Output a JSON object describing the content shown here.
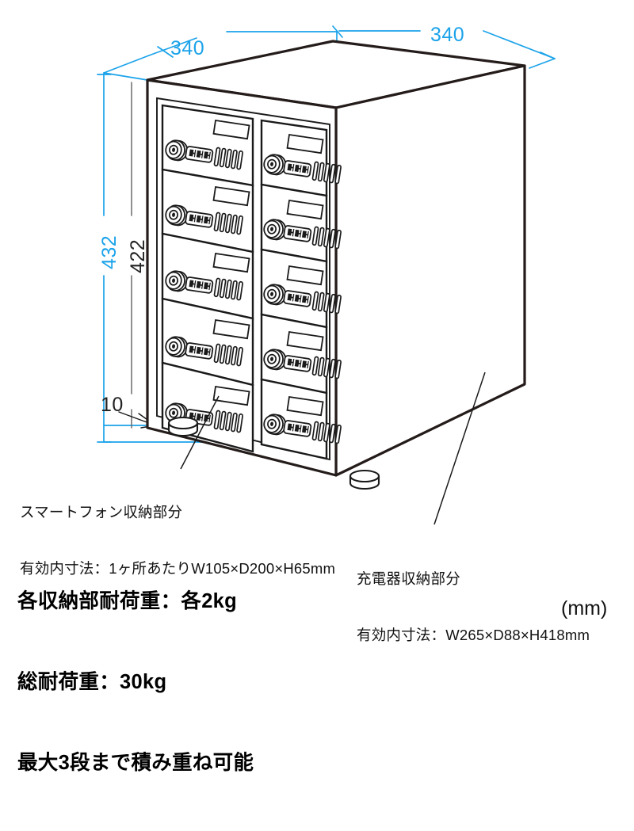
{
  "drawing": {
    "title": "smartphone-locker-dimension-drawing",
    "unit_note": "(mm)",
    "colors": {
      "dimension_accent": "#1ba3ea",
      "line": "#1a1a1a",
      "outline_heavy": "#241c1a",
      "background": "#ffffff"
    }
  },
  "dimensions": {
    "top_left_depth": "340",
    "top_right_width": "340",
    "height_overall": "432",
    "height_body": "422",
    "foot_height": "10"
  },
  "annotations": {
    "phone_bay": {
      "title": "スマートフォン収納部分",
      "spec": "有効内寸法：1ヶ所あたりW105×D200×H65mm"
    },
    "charger_bay": {
      "title": "充電器収納部分",
      "spec": "有効内寸法：W265×D88×H418mm"
    }
  },
  "specs": {
    "per_bay_load": "各収納部耐荷重：各2kg",
    "total_load": "総耐荷重：30kg",
    "stacking": "最大3段まで積み重ね可能"
  },
  "cabinet": {
    "columns": 2,
    "rows_per_column": 5,
    "doors_total": 10,
    "door_features": [
      "dial-lock",
      "combination-dials",
      "ventilation-slots",
      "label-window"
    ],
    "feet": 2
  }
}
